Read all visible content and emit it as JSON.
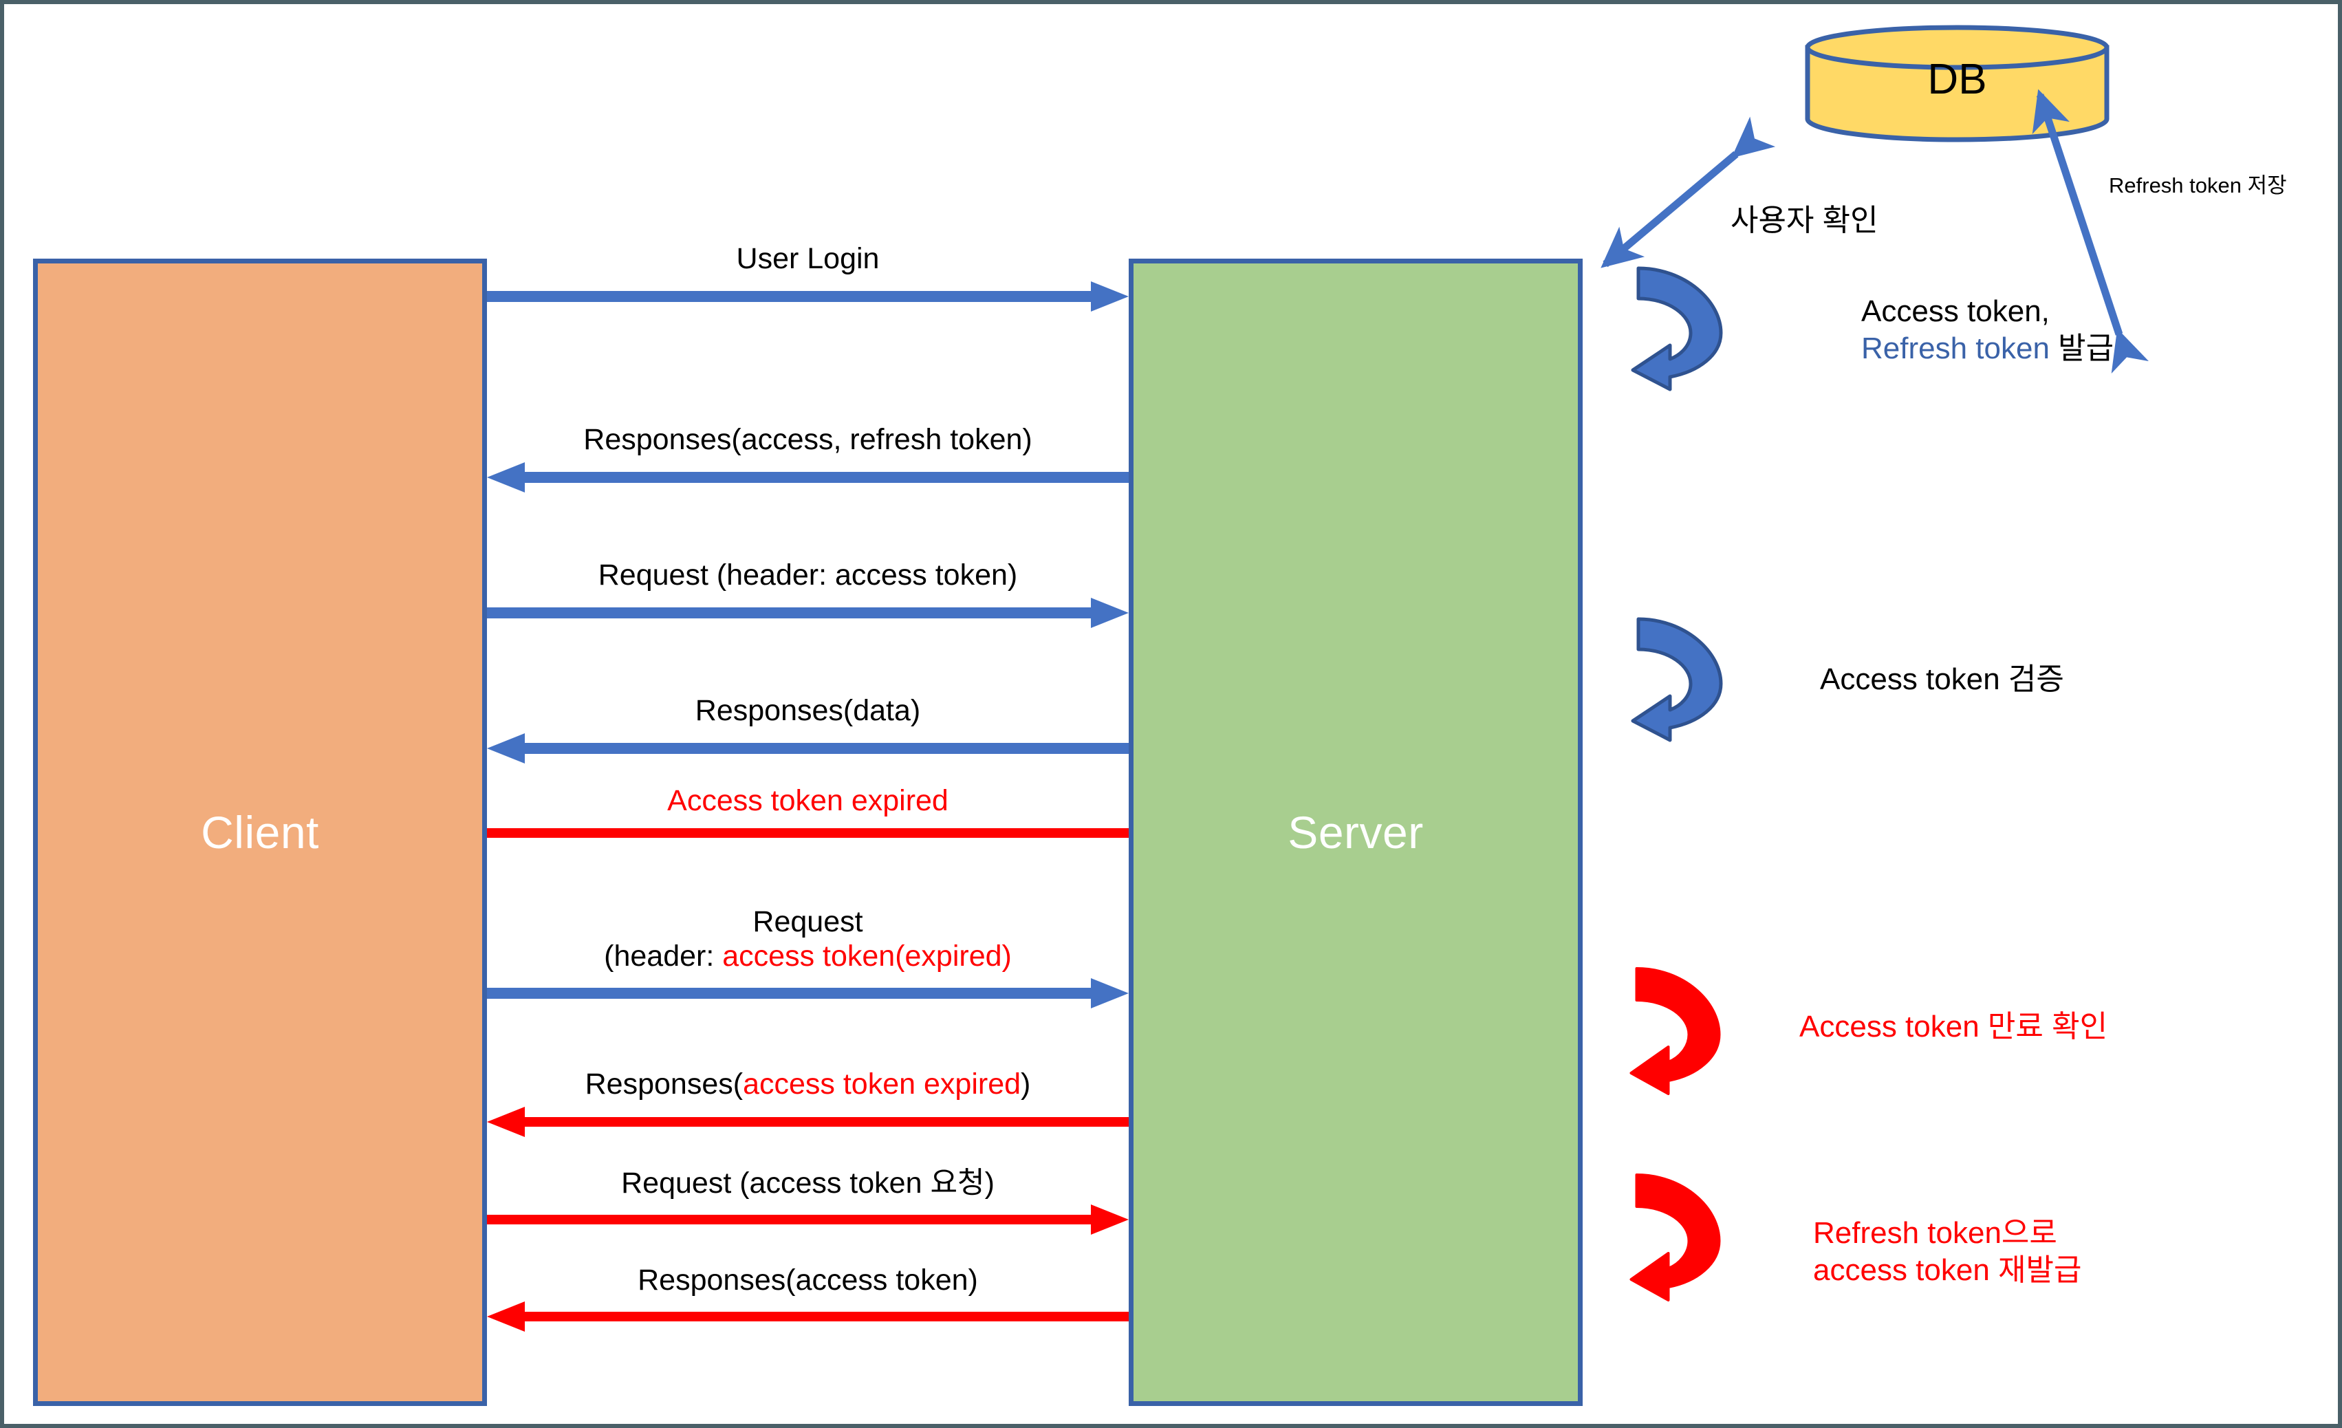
{
  "diagram": {
    "title": "JWT Access Token / Refresh Token Sequence Diagram",
    "colors": {
      "client_fill": "#f2ad7d",
      "server_fill": "#a8ce8f",
      "db_fill": "#ffd966",
      "border_blue": "#3a62a8",
      "arrow_blue": "#4472c4",
      "arrow_red": "#ff0000",
      "text_black": "#000000"
    },
    "actors": [
      {
        "id": "client",
        "label": "Client"
      },
      {
        "id": "server",
        "label": "Server"
      },
      {
        "id": "db",
        "label": "DB"
      }
    ],
    "messages": [
      {
        "id": "user-login",
        "label": "User Login",
        "label_html": "User Login",
        "direction": "right",
        "color": "blue"
      },
      {
        "id": "responses-access-refresh",
        "label": "Responses(access, refresh token)",
        "label_html": "Responses(access, refresh token)",
        "direction": "left",
        "color": "blue"
      },
      {
        "id": "request-header-access-token",
        "label": "Request (header: access token)",
        "label_html": "Request (header: access token)",
        "direction": "right",
        "color": "blue"
      },
      {
        "id": "responses-data",
        "label": "Responses(data)",
        "label_html": "Responses(data)",
        "direction": "left",
        "color": "blue"
      },
      {
        "id": "access-token-expired",
        "label": "Access token expired",
        "label_html": "Access token expired",
        "direction": "none",
        "color": "red"
      },
      {
        "id": "request-header-access-token-expired",
        "label": "Request\n(header: access token(expired)",
        "label_html": "Request<br>(header: <span class=\"red\">access token(expired)</span>",
        "direction": "right",
        "color": "blue"
      },
      {
        "id": "responses-access-token-expired",
        "label": "Responses(access token expired)",
        "label_html": "Responses(<span class=\"red\">access token expired</span>)",
        "direction": "left",
        "color": "red"
      },
      {
        "id": "request-access-token-request",
        "label": "Request (access token 요청)",
        "label_html": "Request (access token 요청)",
        "direction": "right",
        "color": "red"
      },
      {
        "id": "responses-access-token",
        "label": "Responses(access token)",
        "label_html": "Responses(access token)",
        "direction": "left",
        "color": "red"
      }
    ],
    "db_connections": [
      {
        "id": "user-check",
        "label": "사용자 확인",
        "arrow": "double",
        "color": "blue"
      },
      {
        "id": "refresh-token-store",
        "label": "Refresh token 저장",
        "arrow": "double",
        "color": "blue"
      }
    ],
    "server_notes": [
      {
        "id": "issue-tokens",
        "label": "Access token,\nRefresh token 발급",
        "label_html": "Access token,<br><span class=\"blue\">Refresh token</span> 발급",
        "color": "black",
        "arrow_color": "blue"
      },
      {
        "id": "verify-access-token",
        "label": "Access token 검증",
        "label_html": "Access token 검증",
        "color": "black",
        "arrow_color": "blue"
      },
      {
        "id": "check-expiry",
        "label": "Access token 만료 확인",
        "label_html": "Access token 만료 확인",
        "color": "red",
        "arrow_color": "red"
      },
      {
        "id": "reissue-access-token",
        "label": "Refresh token으로\naccess token 재발급",
        "label_html": "Refresh token으로<br>access token 재발급",
        "color": "red",
        "arrow_color": "red"
      }
    ]
  }
}
